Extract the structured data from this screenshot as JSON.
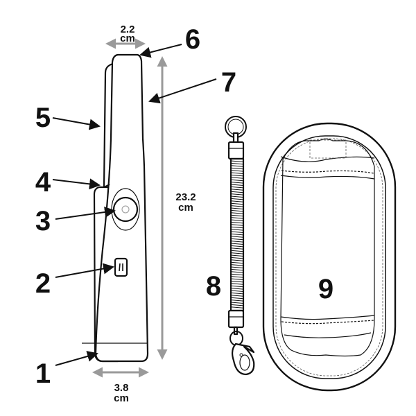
{
  "dimensions": {
    "top_width": {
      "value": "2.2",
      "unit": "cm"
    },
    "height": {
      "value": "23.2",
      "unit": "cm"
    },
    "bottom_width": {
      "value": "3.8",
      "unit": "cm"
    }
  },
  "callouts": [
    "1",
    "2",
    "3",
    "4",
    "5",
    "6",
    "7",
    "8",
    "9"
  ],
  "colors": {
    "line": "#111111",
    "dimension": "#9a9a9a"
  }
}
